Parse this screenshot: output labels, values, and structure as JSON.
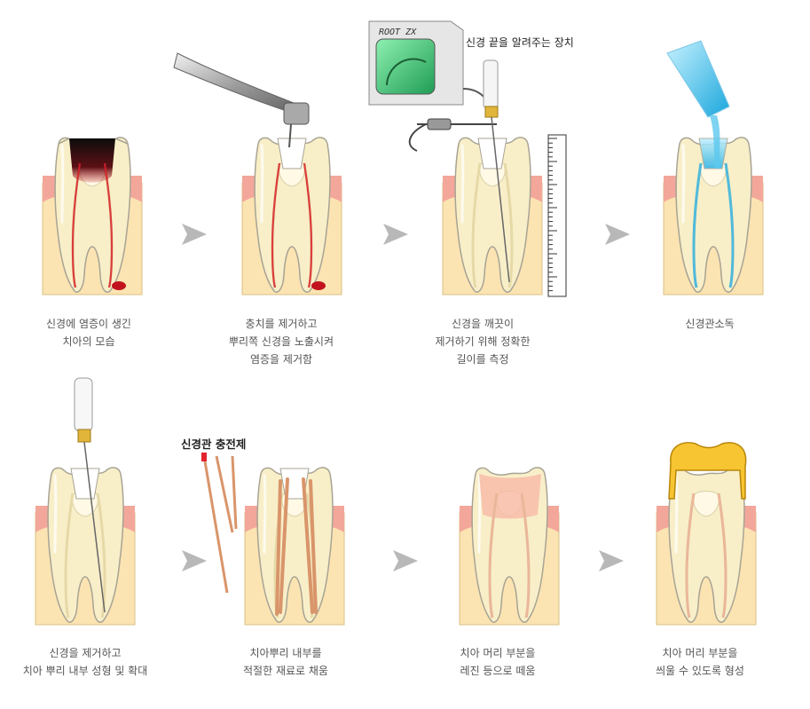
{
  "steps": [
    {
      "caption": [
        "신경에 염증이 생긴",
        "치아의 모습"
      ]
    },
    {
      "caption": [
        "충치를 제거하고",
        "뿌리쪽 신경을 노출시켜",
        "염증을 제거함"
      ]
    },
    {
      "caption": [
        "신경을 깨끗이",
        "제거하기 위해 정확한",
        "길이를 측정"
      ]
    },
    {
      "caption": [
        "신경관소독"
      ]
    },
    {
      "caption": [
        "신경을 제거하고",
        "치아 뿌리 내부 성형 및 확대"
      ]
    },
    {
      "caption": [
        "치아뿌리 내부를",
        "적절한 재료로 채움"
      ]
    },
    {
      "caption": [
        "치아 머리 부분을",
        "레진 등으로 떼움"
      ]
    },
    {
      "caption": [
        "치아 머리 부분을",
        "씌울 수 있도록 형성"
      ]
    }
  ],
  "labels": {
    "apex_locator": "신경 끝을 알려주는 장치",
    "device_brand": "ROOT ZX",
    "filling_material": "신경관 충전제"
  },
  "icons": {
    "arrow": "arrow-right-icon"
  },
  "colors": {
    "tooth": "#f8efc9",
    "tooth_outline": "#a8a394",
    "gum": "#f3a79a",
    "bone": "#fbe4b2",
    "inflammation": "#d8202a",
    "disinfectant": "#3fb6e0",
    "crown": "#f7c531",
    "arrow": "#b8b8b8",
    "gutta_percha": "#d9956a"
  }
}
